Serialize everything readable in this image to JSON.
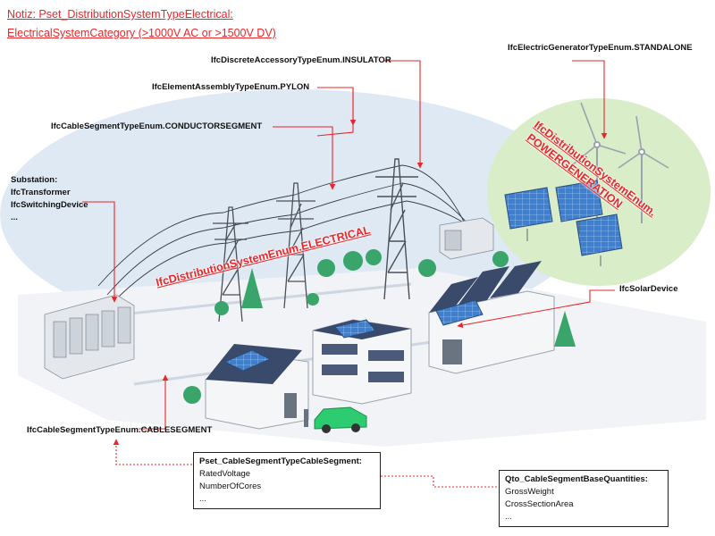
{
  "note": {
    "line1": "Notiz: Pset_DistributionSystemTypeElectrical:",
    "line2": "ElectricalSystemCategory (>1000V AC or >1500V DV)"
  },
  "labels": {
    "insulator": "IfcDiscreteAccessoryTypeEnum.INSULATOR",
    "pylon": "IfcElementAssemblyTypeEnum.PYLON",
    "conductor": "IfcCableSegmentTypeEnum.CONDUCTORSEGMENT",
    "generator": "IfcElectricGeneratorTypeEnum.STANDALONE",
    "solar": "IfcSolarDevice",
    "cablesegment": "IfcCableSegmentTypeEnum.CABLESEGMENT"
  },
  "substation": {
    "title": "Substation:",
    "items": [
      "IfcTransformer",
      "IfcSwitchingDevice",
      "..."
    ]
  },
  "zones": {
    "electrical": "IfcDistributionSystemEnum.ELECTRICAL",
    "power_line1": "IfcDistributionSystemEnum.",
    "power_line2": "POWERGENERATION"
  },
  "pset_box": {
    "title": "Pset_CableSegmentTypeCableSegment:",
    "items": [
      "RatedVoltage",
      "NumberOfCores",
      "..."
    ]
  },
  "qto_box": {
    "title": "Qto_CableSegmentBaseQuantities:",
    "items": [
      "GrossWeight",
      "CrossSectionArea",
      "..."
    ]
  },
  "colors": {
    "annotation_red": "#e8272a",
    "grid_zone": "#dce7f2",
    "generation_zone": "#d8edc8",
    "building_roof": "#3a4a6b",
    "solar_panel": "#3f7fd0",
    "tree": "#3aa56a",
    "car": "#2ecc71"
  }
}
